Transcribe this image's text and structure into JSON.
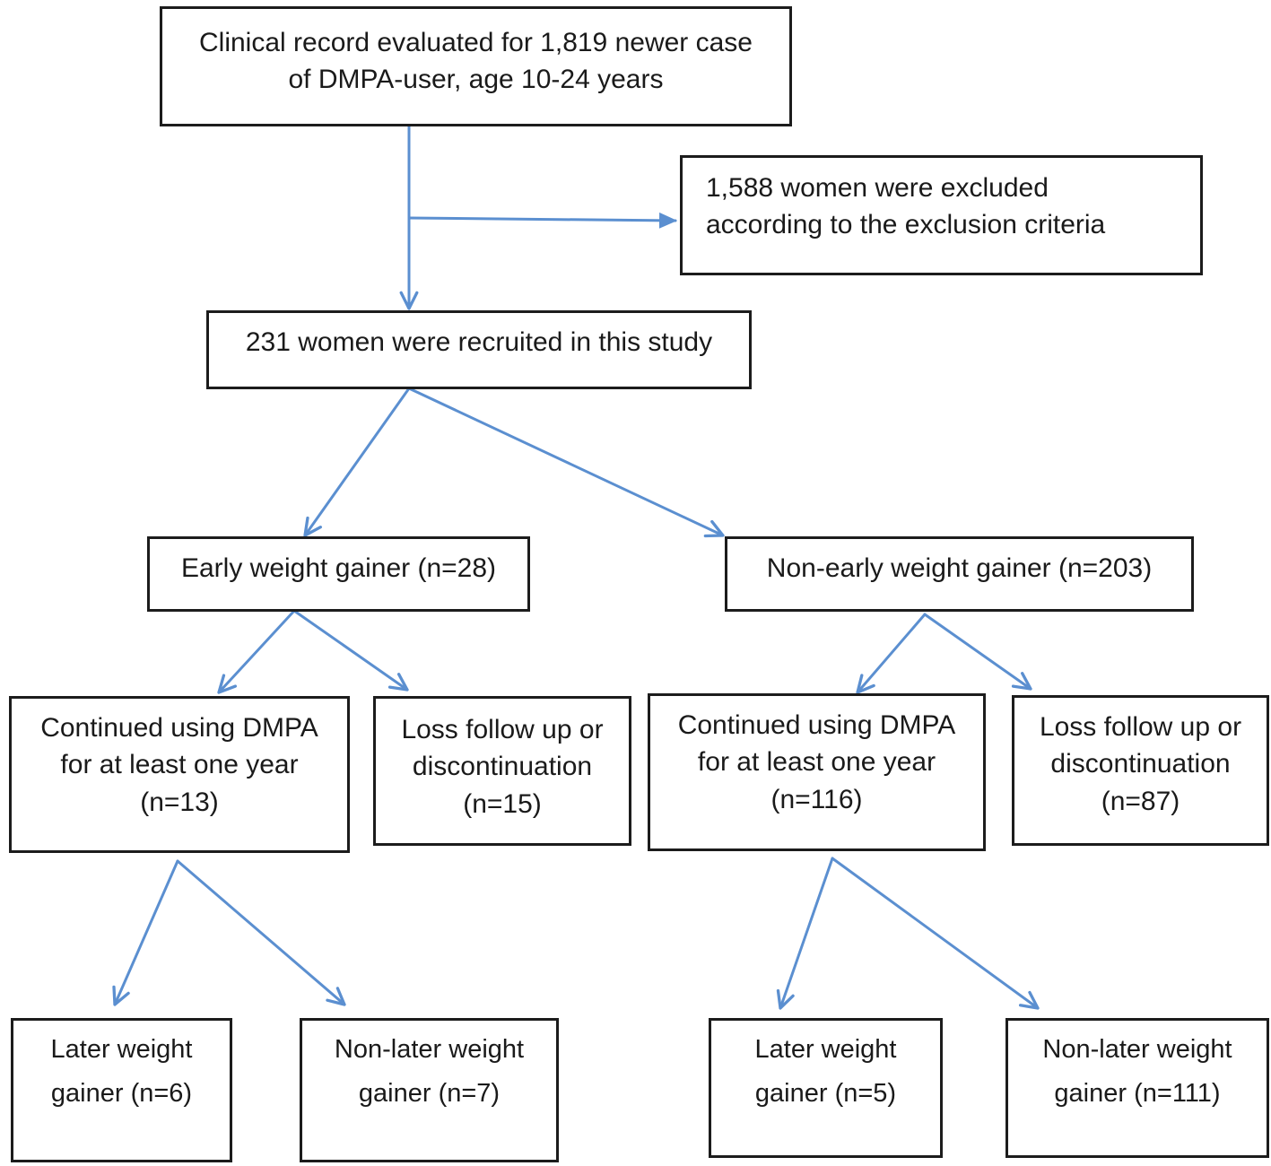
{
  "arrow_color": "#5b8fd0",
  "boxes": {
    "evaluated": {
      "line1": "Clinical record evaluated for 1,819 newer case",
      "line2": "of DMPA-user, age 10-24 years"
    },
    "excluded": {
      "line1": "1,588 women were excluded",
      "line2": "according to the exclusion criteria"
    },
    "recruited": {
      "line1": "231 women were recruited in this study"
    },
    "early_gainer": {
      "line1": "Early weight gainer (n=28)"
    },
    "non_early_gainer": {
      "line1": "Non-early weight gainer (n=203)"
    },
    "early_continued": {
      "line1": "Continued using DMPA",
      "line2": "for at least one year",
      "line3": "(n=13)"
    },
    "early_loss": {
      "line1": "Loss follow up or",
      "line2": "discontinuation",
      "line3": "(n=15)"
    },
    "nonearly_continued": {
      "line1": "Continued using DMPA",
      "line2": "for at least one year",
      "line3": "(n=116)"
    },
    "nonearly_loss": {
      "line1": "Loss follow up or",
      "line2": "discontinuation",
      "line3": "(n=87)"
    },
    "early_later": {
      "line1": "Later weight",
      "line2": "gainer (n=6)"
    },
    "early_nonlater": {
      "line1": "Non-later weight",
      "line2": "gainer (n=7)"
    },
    "nonearly_later": {
      "line1": "Later weight",
      "line2": "gainer (n=5)"
    },
    "nonearly_nonlater": {
      "line1": "Non-later weight",
      "line2": "gainer (n=111)"
    }
  }
}
